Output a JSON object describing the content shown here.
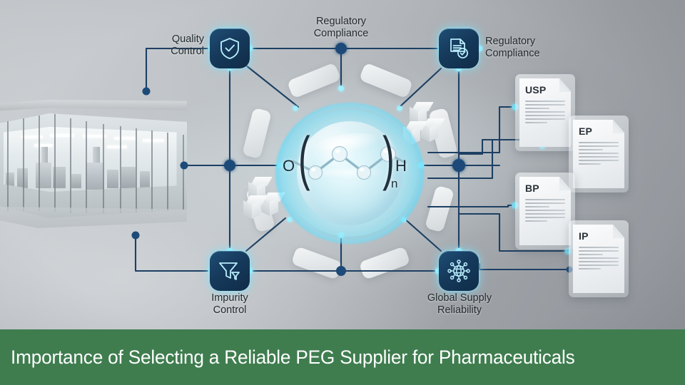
{
  "caption": {
    "text": "Importance of Selecting a Reliable PEG Supplier for Pharmaceuticals",
    "background_color": "#3f7d4f",
    "text_color": "#ffffff"
  },
  "diagram": {
    "center": {
      "name": "peg-molecule",
      "left_atom": "O",
      "right_atom": "H",
      "subscript": "n",
      "bracket_open": "(",
      "bracket_close": ")"
    },
    "nodes": [
      {
        "id": "quality-control",
        "label": "Quality\nControl",
        "icon": "shield-check-icon",
        "label_position": "left"
      },
      {
        "id": "regulatory-compliance-top",
        "label": "Regulatory\nCompliance",
        "icon": "junction-dot-icon",
        "label_position": "top"
      },
      {
        "id": "regulatory-compliance",
        "label": "Regulatory\nCompliance",
        "icon": "document-check-icon",
        "label_position": "right"
      },
      {
        "id": "impurity-control",
        "label": "Impurity\nControl",
        "icon": "funnel-icon",
        "label_position": "bottom"
      },
      {
        "id": "global-supply-reliability",
        "label": "Global Supply\nReliability",
        "icon": "globe-network-icon",
        "label_position": "bottom"
      }
    ],
    "documents": [
      {
        "id": "usp",
        "code": "USP",
        "lines": 7
      },
      {
        "id": "ep",
        "code": "EP",
        "lines": 7
      },
      {
        "id": "bp",
        "code": "BP",
        "lines": 7
      },
      {
        "id": "ip",
        "code": "IP",
        "lines": 7
      }
    ],
    "photo": {
      "name": "pharmaceutical-cleanroom-photo",
      "description": "Glass-walled pharmaceutical cleanroom with stainless equipment"
    },
    "colors": {
      "node_fill": "#163a5c",
      "node_glow": "#78e1ff",
      "wire": "#1d3f63",
      "wire_node": "#1d4a78",
      "accent_cyan": "#6fe3ff"
    }
  }
}
